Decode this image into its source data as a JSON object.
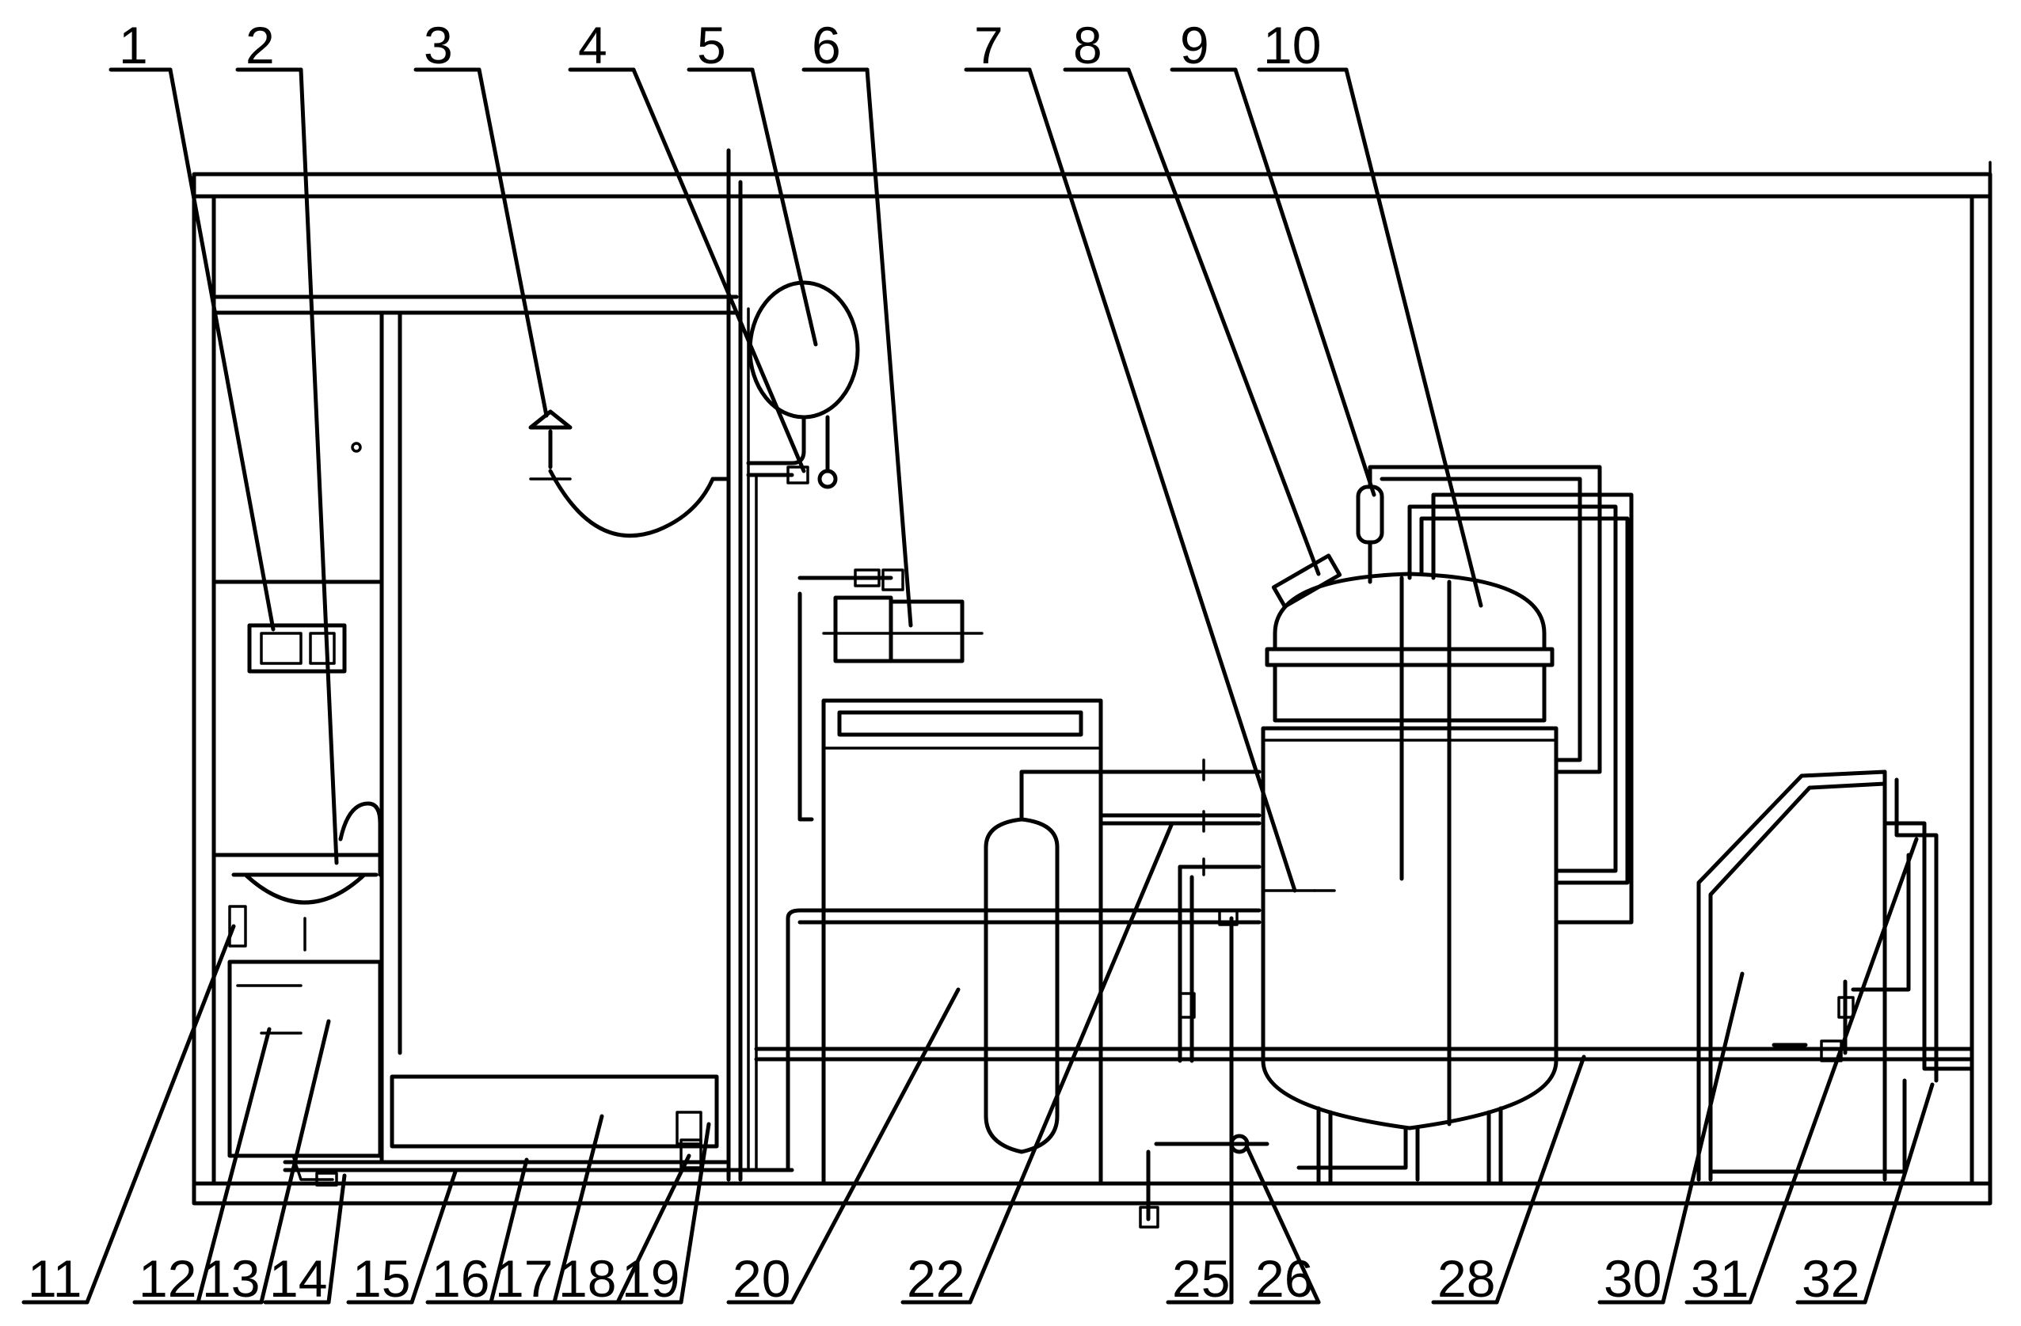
{
  "diagram": {
    "top_labels": [
      "1",
      "2",
      "3",
      "4",
      "5",
      "6",
      "7",
      "8",
      "9",
      "10"
    ],
    "bottom_labels": [
      "11",
      "12",
      "13",
      "14",
      "15",
      "16",
      "17",
      "18",
      "19",
      "20",
      "22",
      "25",
      "26",
      "28",
      "30",
      "31",
      "32"
    ]
  }
}
